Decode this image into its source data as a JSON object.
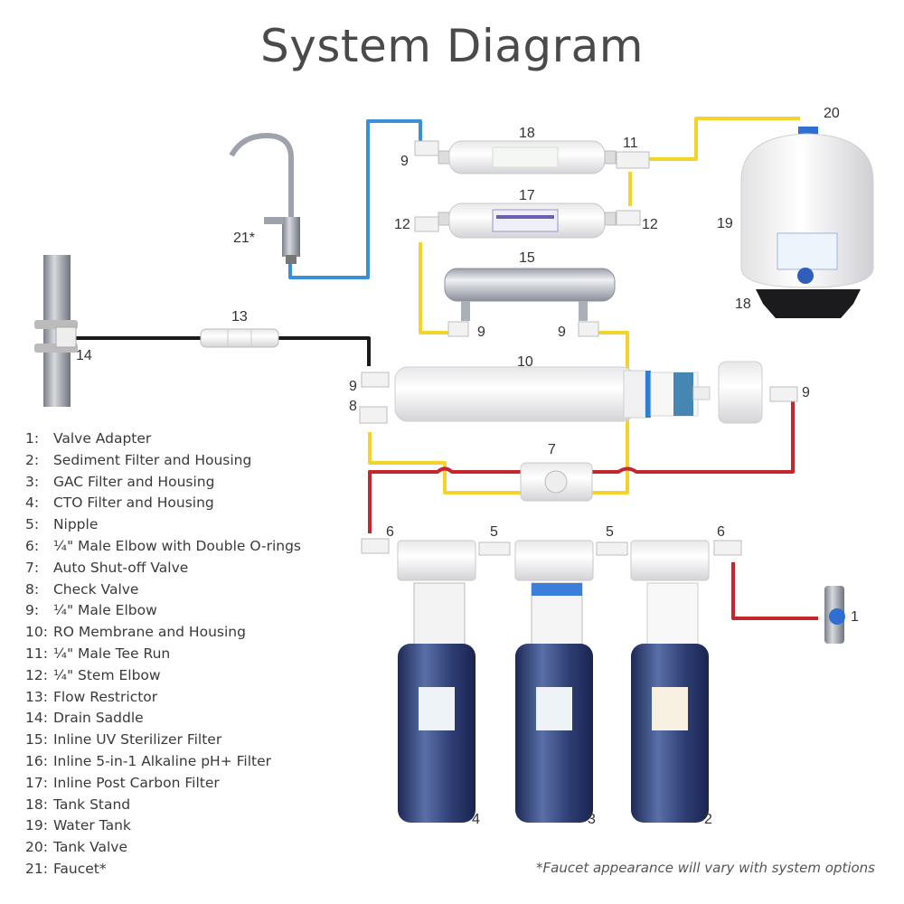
{
  "title": "System Diagram",
  "callouts": {
    "n1": "1",
    "n2": "2",
    "n3": "3",
    "n4": "4",
    "n5a": "5",
    "n5b": "5",
    "n6a": "6",
    "n6b": "6",
    "n7": "7",
    "n8": "8",
    "n9a": "9",
    "n9b": "9",
    "n9c": "9",
    "n9d": "9",
    "n9e": "9",
    "n10": "10",
    "n11": "11",
    "n12a": "12",
    "n12b": "12",
    "n13": "13",
    "n14": "14",
    "n15": "15",
    "n17": "17",
    "n18a": "18",
    "n18b": "18",
    "n19": "19",
    "n20": "20",
    "n21": "21*"
  },
  "legend": [
    {
      "num": "1:",
      "label": "Valve Adapter"
    },
    {
      "num": "2:",
      "label": "Sediment Filter and Housing"
    },
    {
      "num": "3:",
      "label": "GAC Filter and Housing"
    },
    {
      "num": "4:",
      "label": "CTO Filter and Housing"
    },
    {
      "num": "5:",
      "label": "Nipple"
    },
    {
      "num": "6:",
      "label": "¼\" Male Elbow with Double O-rings"
    },
    {
      "num": "7:",
      "label": "Auto Shut-off Valve"
    },
    {
      "num": "8:",
      "label": "Check Valve"
    },
    {
      "num": "9:",
      "label": "¼\" Male Elbow"
    },
    {
      "num": "10:",
      "label": "RO Membrane and Housing"
    },
    {
      "num": "11:",
      "label": " ¼\" Male Tee Run"
    },
    {
      "num": "12:",
      "label": "¼\" Stem Elbow"
    },
    {
      "num": "13:",
      "label": "Flow Restrictor"
    },
    {
      "num": "14:",
      "label": "Drain Saddle"
    },
    {
      "num": "15:",
      "label": "Inline UV Sterilizer Filter"
    },
    {
      "num": "16:",
      "label": "Inline 5-in-1 Alkaline pH+ Filter"
    },
    {
      "num": "17:",
      "label": "Inline Post Carbon Filter"
    },
    {
      "num": "18:",
      "label": "Tank Stand"
    },
    {
      "num": "19:",
      "label": "Water Tank"
    },
    {
      "num": "20:",
      "label": "Tank Valve"
    },
    {
      "num": "21:",
      "label": "Faucet*"
    }
  ],
  "footnote": "*Faucet appearance will vary with system options",
  "colors": {
    "line_red": "#c1272d",
    "line_yellow": "#f5d32a",
    "line_blue": "#3a8fd9",
    "line_black": "#1a1a1a",
    "housing_blue": "#2b3a6b"
  }
}
